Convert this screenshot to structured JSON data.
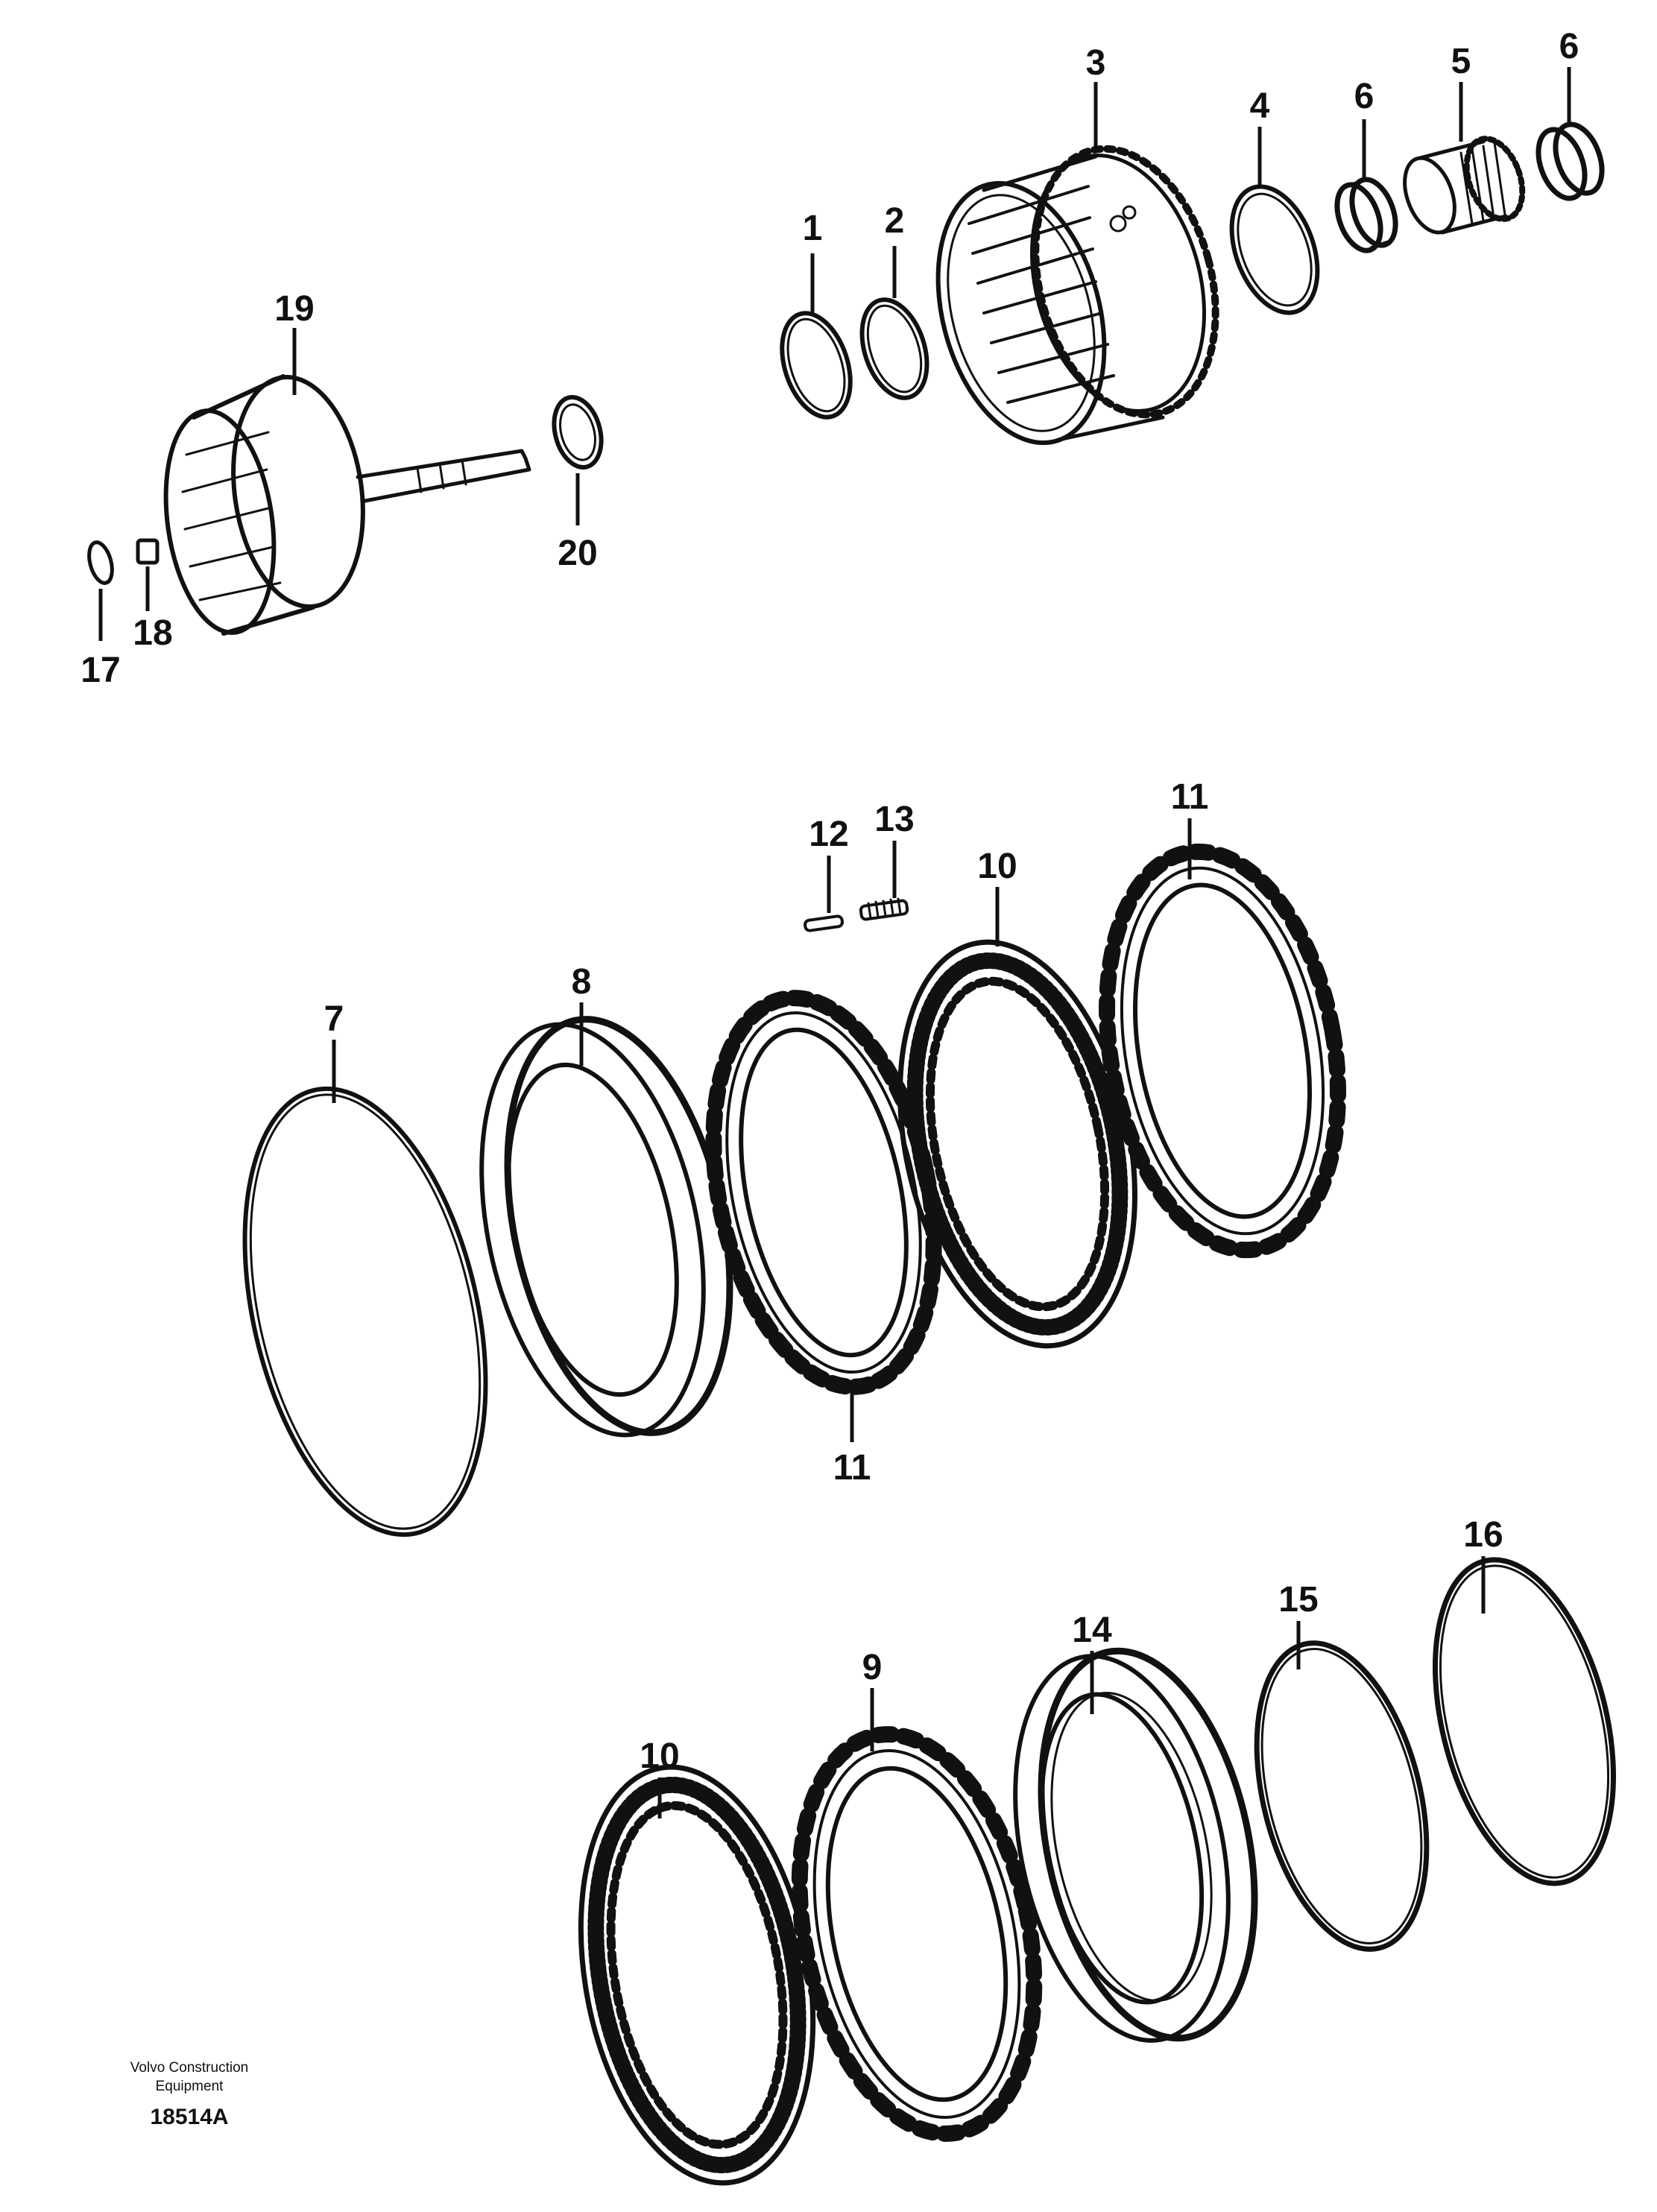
{
  "callouts": {
    "c1": "1",
    "c2": "2",
    "c3": "3",
    "c4": "4",
    "c5": "5",
    "c6a": "6",
    "c6b": "6",
    "c7": "7",
    "c8": "8",
    "c9": "9",
    "c10a": "10",
    "c10b": "10",
    "c11a": "11",
    "c11b": "11",
    "c12": "12",
    "c13": "13",
    "c14": "14",
    "c15": "15",
    "c16": "16",
    "c17": "17",
    "c18": "18",
    "c19": "19",
    "c20": "20"
  },
  "footer": {
    "publisher_line1": "Volvo Construction",
    "publisher_line2": "Equipment",
    "drawing_number": "18514A"
  },
  "colors": {
    "ink": "#111111",
    "background": "#ffffff"
  }
}
